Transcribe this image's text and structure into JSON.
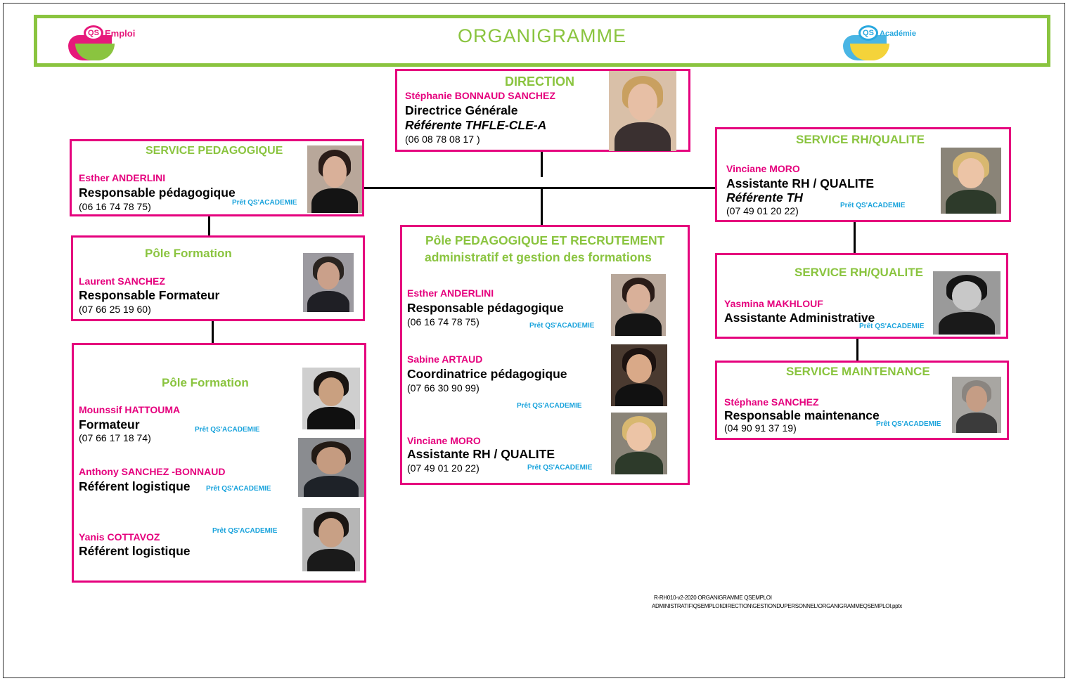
{
  "header": {
    "title": "ORGANIGRAMME",
    "logo_left": {
      "badge": "QS",
      "word": "Emploi"
    },
    "logo_right": {
      "badge": "QS",
      "word": "Académie"
    }
  },
  "colors": {
    "accent_green": "#8ac43f",
    "box_border": "#e5007d",
    "name_pink": "#e5007d",
    "pret_blue": "#1aa3dc"
  },
  "direction": {
    "section": "DIRECTION",
    "name": "Stéphanie BONNAUD SANCHEZ",
    "role": "Directrice Générale",
    "role2": "Référente THFLE-CLE-A",
    "phone": "(06 08 78 08 17 )"
  },
  "service_pedagogique": {
    "section": "SERVICE PEDAGOGIQUE",
    "name": "Esther ANDERLINI",
    "role": "Responsable pédagogique",
    "phone": "(06 16 74 78 75)",
    "pret": "Prêt QS'ACADEMIE"
  },
  "pole_formation_1": {
    "section": "Pôle Formation",
    "name": "Laurent SANCHEZ",
    "role": "Responsable Formateur",
    "phone": "(07 66 25 19 60)"
  },
  "pole_formation_2": {
    "section": "Pôle Formation",
    "people": [
      {
        "name": "Mounssif HATTOUMA",
        "role": "Formateur",
        "phone": "(07 66 17 18 74)",
        "pret": "Prêt QS'ACADEMIE"
      },
      {
        "name": "Anthony SANCHEZ -BONNAUD",
        "role": "Référent logistique",
        "pret": "Prêt QS'ACADEMIE"
      },
      {
        "name": "Yanis COTTAVOZ",
        "role": "Référent logistique",
        "pret": "Prêt QS'ACADEMIE"
      }
    ]
  },
  "pole_pedagogique": {
    "section_line1": "Pôle PEDAGOGIQUE ET RECRUTEMENT",
    "section_line2": "administratif et gestion des formations",
    "people": [
      {
        "name": "Esther ANDERLINI",
        "role": "Responsable pédagogique",
        "phone": "(06 16 74 78 75)",
        "pret": "Prêt QS'ACADEMIE"
      },
      {
        "name": "Sabine ARTAUD",
        "role": "Coordinatrice pédagogique",
        "phone": "(07 66 30 90 99)",
        "pret": "Prêt QS'ACADEMIE"
      },
      {
        "name": "Vinciane MORO",
        "role": "Assistante RH / QUALITE",
        "phone": "(07 49 01 20 22)",
        "pret": "Prêt QS'ACADEMIE"
      }
    ]
  },
  "service_rh_1": {
    "section": "SERVICE RH/QUALITE",
    "name": "Vinciane MORO",
    "role": "Assistante RH / QUALITE",
    "role2": "Référente TH",
    "phone": "(07 49 01 20 22)",
    "pret": "Prêt QS'ACADEMIE"
  },
  "service_rh_2": {
    "section": "SERVICE RH/QUALITE",
    "name": "Yasmina MAKHLOUF",
    "role": "Assistante Administrative",
    "pret": "Prêt QS'ACADEMIE"
  },
  "service_maintenance": {
    "section": "SERVICE MAINTENANCE",
    "name": "Stéphane SANCHEZ",
    "role": "Responsable maintenance",
    "phone": "(04 90 91 37 19)",
    "pret": "Prêt QS'ACADEMIE"
  },
  "footer": {
    "line1": "R-RH010-v2-2020 ORGANIGRAMME QSEMPLOI",
    "line2": "ADMINISTRATIF\\QSEMPLOI\\DIRECTION\\GESTIONDUPERSONNEL\\ORGANIGRAMMEQSEMPLOI.pptx"
  }
}
